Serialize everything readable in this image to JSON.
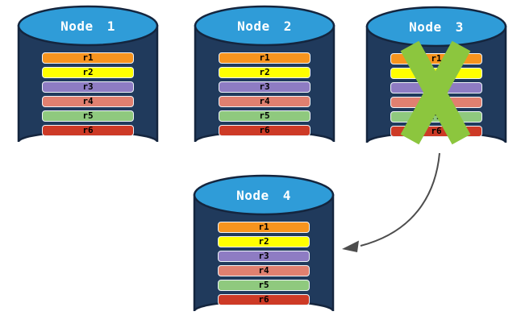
{
  "diagram": {
    "nodes": [
      {
        "title": "Node 1",
        "failed": false,
        "rows": [
          {
            "label": "r1",
            "color": "#F7941E"
          },
          {
            "label": "r2",
            "color": "#FFFF00"
          },
          {
            "label": "r3",
            "color": "#8E7CC3"
          },
          {
            "label": "r4",
            "color": "#E08070"
          },
          {
            "label": "r5",
            "color": "#8FC97E"
          },
          {
            "label": "r6",
            "color": "#CD3A26"
          }
        ]
      },
      {
        "title": "Node 2",
        "failed": false,
        "rows": [
          {
            "label": "r1",
            "color": "#F7941E"
          },
          {
            "label": "r2",
            "color": "#FFFF00"
          },
          {
            "label": "r3",
            "color": "#8E7CC3"
          },
          {
            "label": "r4",
            "color": "#E08070"
          },
          {
            "label": "r5",
            "color": "#8FC97E"
          },
          {
            "label": "r6",
            "color": "#CD3A26"
          }
        ]
      },
      {
        "title": "Node 3",
        "failed": true,
        "rows": [
          {
            "label": "r1",
            "color": "#F7941E"
          },
          {
            "label": "r2",
            "color": "#FFFF00"
          },
          {
            "label": "r3",
            "color": "#8E7CC3"
          },
          {
            "label": "r4",
            "color": "#E08070"
          },
          {
            "label": "r5",
            "color": "#8FC97E"
          },
          {
            "label": "r6",
            "color": "#CD3A26"
          }
        ]
      },
      {
        "title": "Node 4",
        "failed": false,
        "rows": [
          {
            "label": "r1",
            "color": "#F7941E"
          },
          {
            "label": "r2",
            "color": "#FFFF00"
          },
          {
            "label": "r3",
            "color": "#8E7CC3"
          },
          {
            "label": "r4",
            "color": "#E08070"
          },
          {
            "label": "r5",
            "color": "#8FC97E"
          },
          {
            "label": "r6",
            "color": "#CD3A26"
          }
        ]
      }
    ],
    "arrow": {
      "from": "Node 3",
      "to": "Node 4"
    },
    "styles": {
      "cylinder_body": "#203A5C",
      "cylinder_outline": "#14253E",
      "cylinder_top": "#2F9CD8",
      "title_color": "#FFFFFF",
      "bar_border": "#EEF3F8",
      "failure_x_color": "#8CC63E",
      "arrow_color": "#4D4D4D",
      "background": "#FFFFFF"
    }
  }
}
